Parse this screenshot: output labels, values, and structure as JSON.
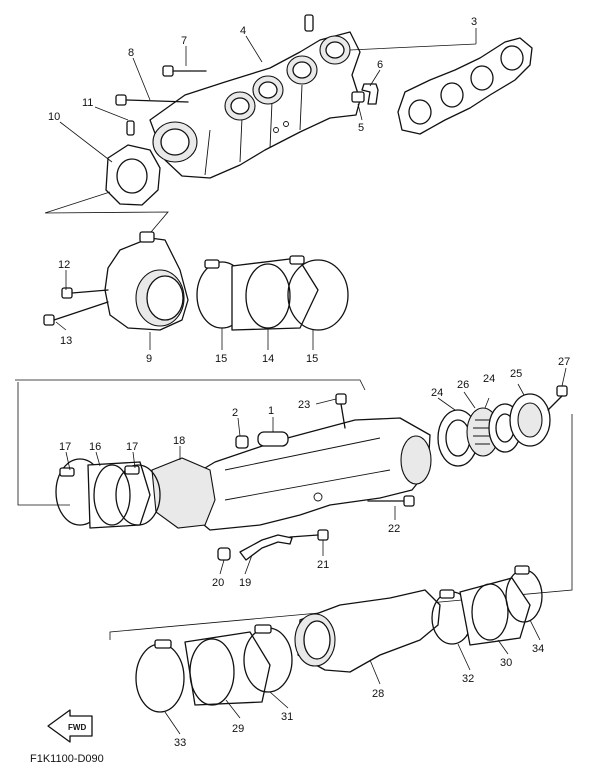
{
  "diagram": {
    "drawing_code": "F1K1100-D090",
    "fwd_label": "FWD",
    "callouts": [
      {
        "id": "c1",
        "label": "1",
        "part": "tube-1"
      },
      {
        "id": "c2",
        "label": "2",
        "part": "cap-2"
      },
      {
        "id": "c3",
        "label": "3",
        "part": "gasket-3"
      },
      {
        "id": "c4",
        "label": "4",
        "part": "exhaust-manifold-4"
      },
      {
        "id": "c5",
        "label": "5",
        "part": "fitting-5"
      },
      {
        "id": "c6",
        "label": "6",
        "part": "hose-6"
      },
      {
        "id": "c7",
        "label": "7",
        "part": "bolt-7"
      },
      {
        "id": "c8",
        "label": "8",
        "part": "bolt-8"
      },
      {
        "id": "c9",
        "label": "9",
        "part": "outlet-elbow-9"
      },
      {
        "id": "c10",
        "label": "10",
        "part": "gasket-10"
      },
      {
        "id": "c11",
        "label": "11",
        "part": "dowel-pin-11"
      },
      {
        "id": "c12",
        "label": "12",
        "part": "bolt-12"
      },
      {
        "id": "c13",
        "label": "13",
        "part": "bolt-13"
      },
      {
        "id": "c14",
        "label": "14",
        "part": "joint-hose-14"
      },
      {
        "id": "c15a",
        "label": "15",
        "part": "clamp-15-left"
      },
      {
        "id": "c15b",
        "label": "15",
        "part": "clamp-15-right"
      },
      {
        "id": "c16",
        "label": "16",
        "part": "joint-hose-16"
      },
      {
        "id": "c17a",
        "label": "17",
        "part": "clamp-17-left"
      },
      {
        "id": "c17b",
        "label": "17",
        "part": "clamp-17-right"
      },
      {
        "id": "c18",
        "label": "18",
        "part": "heat-shield-18"
      },
      {
        "id": "c19",
        "label": "19",
        "part": "fitting-19"
      },
      {
        "id": "c20",
        "label": "20",
        "part": "cap-20"
      },
      {
        "id": "c21",
        "label": "21",
        "part": "bolt-21"
      },
      {
        "id": "c22",
        "label": "22",
        "part": "bolt-22"
      },
      {
        "id": "c23",
        "label": "23",
        "part": "bolt-23"
      },
      {
        "id": "c24a",
        "label": "24",
        "part": "gasket-24-left"
      },
      {
        "id": "c24b",
        "label": "24",
        "part": "gasket-24-right"
      },
      {
        "id": "c25",
        "label": "25",
        "part": "flange-25"
      },
      {
        "id": "c26",
        "label": "26",
        "part": "screen-26"
      },
      {
        "id": "c27",
        "label": "27",
        "part": "bolt-27"
      },
      {
        "id": "c28",
        "label": "28",
        "part": "exhaust-pipe-28"
      },
      {
        "id": "c29",
        "label": "29",
        "part": "joint-hose-29"
      },
      {
        "id": "c30",
        "label": "30",
        "part": "joint-hose-30"
      },
      {
        "id": "c31",
        "label": "31",
        "part": "clamp-31"
      },
      {
        "id": "c32",
        "label": "32",
        "part": "clamp-32"
      },
      {
        "id": "c33",
        "label": "33",
        "part": "clamp-33"
      },
      {
        "id": "c34",
        "label": "34",
        "part": "clamp-34"
      }
    ]
  }
}
